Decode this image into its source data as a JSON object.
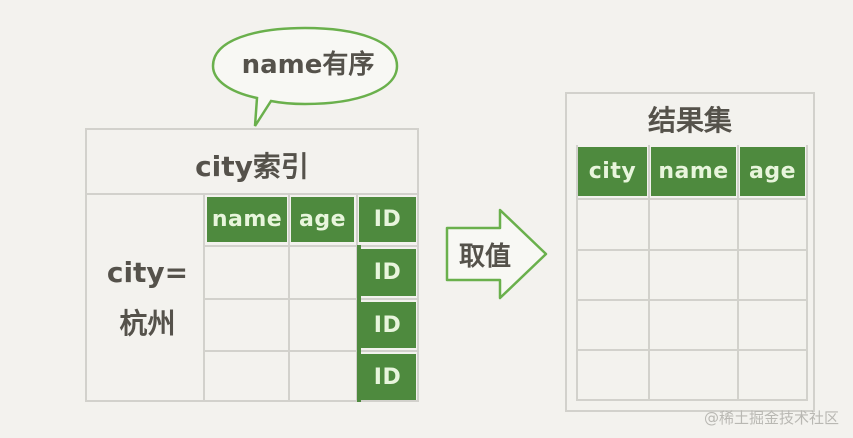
{
  "bubble": {
    "text": "name有序"
  },
  "index_table": {
    "title": "city索引",
    "condition_line1": "city=",
    "condition_line2": "杭州",
    "headers": [
      "name",
      "age"
    ],
    "id_labels": [
      "ID",
      "ID",
      "ID",
      "ID"
    ]
  },
  "arrow": {
    "label": "取值"
  },
  "result_table": {
    "title": "结果集",
    "headers": [
      "city",
      "name",
      "age"
    ]
  },
  "watermark": "@稀土掘金技术社区",
  "colors": {
    "green_fill": "#4e8a3e",
    "green_outline": "#6ab04c",
    "grid": "#d2d1cc",
    "background": "#f3f2ee"
  }
}
